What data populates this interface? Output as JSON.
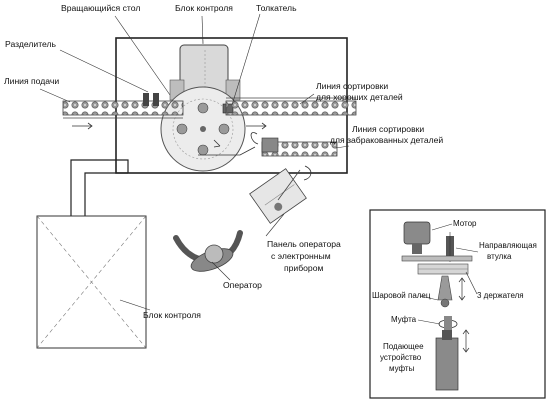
{
  "diagram": {
    "labels": {
      "rotating_table": "Вращающийся стол",
      "control_unit_top": "Блок контроля",
      "pusher": "Толкатель",
      "separator": "Разделитель",
      "feed_line": "Линия подачи",
      "good_sort_line_1": "Линия сортировки",
      "good_sort_line_2": "для хороших деталей",
      "reject_sort_line_1": "Линия сортировки",
      "reject_sort_line_2": "для забракованных деталей",
      "operator_panel_1": "Панель оператора",
      "operator_panel_2": "с электронным",
      "operator_panel_3": "прибором",
      "operator": "Оператор",
      "control_unit_bottom": "Блок контроля"
    },
    "inset": {
      "motor": "Мотор",
      "guide_bushing_1": "Направляющая",
      "guide_bushing_2": "втулка",
      "ball_finger": "Шаровой палец",
      "holders": "3 держателя",
      "coupling": "Муфта",
      "feeder_1": "Подающее",
      "feeder_2": "устройство",
      "feeder_3": "муфты"
    }
  }
}
